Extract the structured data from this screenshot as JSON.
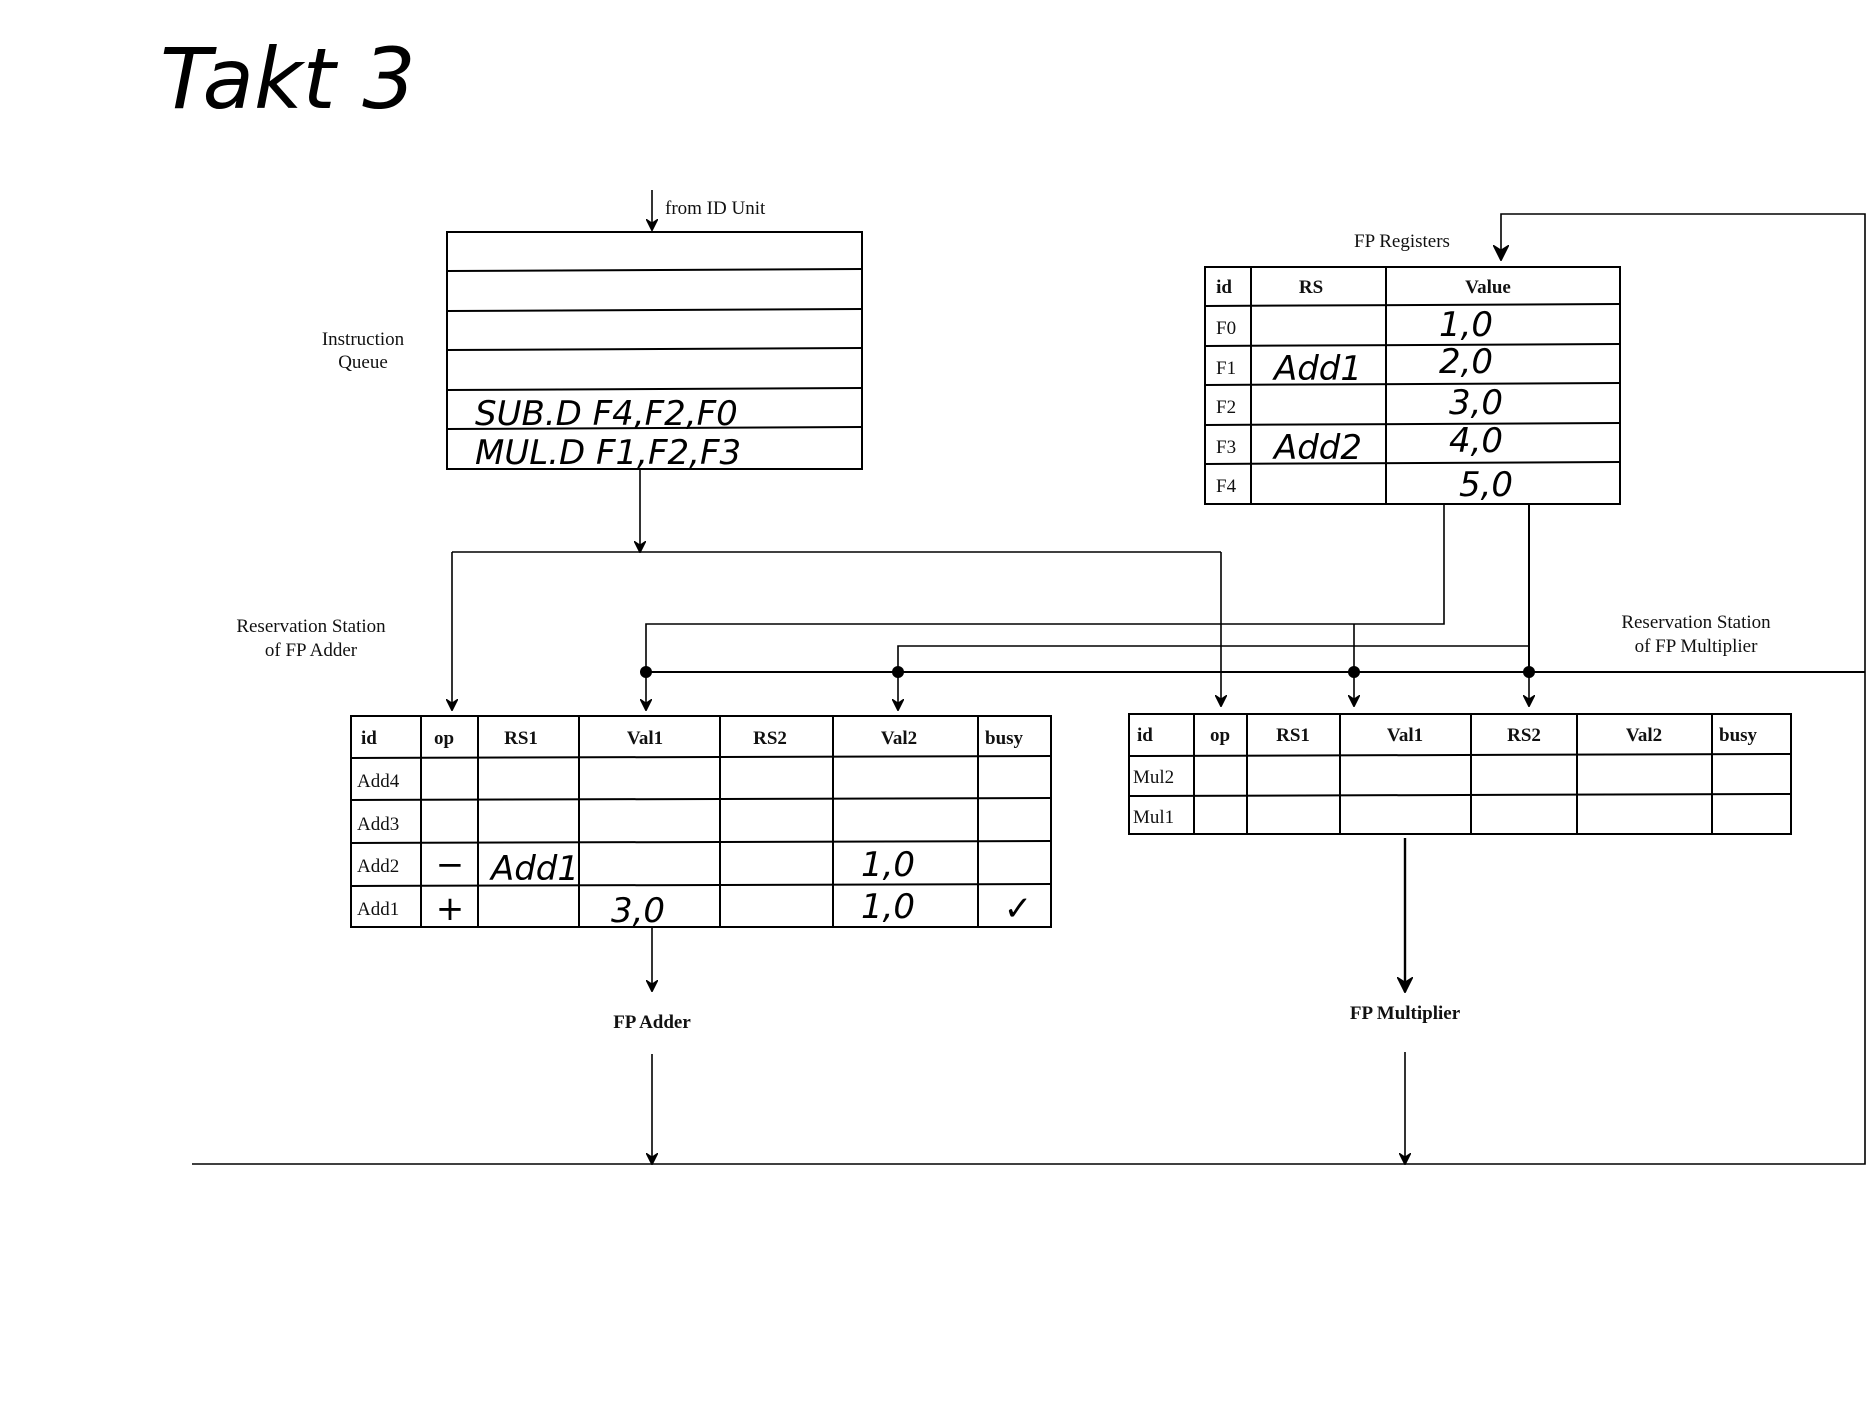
{
  "title": "Takt 3",
  "instruction_queue": {
    "label_line1": "Instruction",
    "label_line2": "Queue",
    "source_label": "from ID Unit",
    "entries": [
      "",
      "",
      "",
      "",
      "SUB.D  F4,F2,F0",
      "MUL.D  F1,F2,F3"
    ]
  },
  "fp_registers": {
    "label": "FP Registers",
    "headers": [
      "id",
      "RS",
      "Value"
    ],
    "rows": [
      {
        "id": "F0",
        "rs": "",
        "value": "1,0"
      },
      {
        "id": "F1",
        "rs": "Add1",
        "value": "2,0"
      },
      {
        "id": "F2",
        "rs": "",
        "value": "3,0"
      },
      {
        "id": "F3",
        "rs": "Add2",
        "value": "4,0"
      },
      {
        "id": "F4",
        "rs": "",
        "value": "5,0"
      }
    ]
  },
  "rs_adder": {
    "label_line1": "Reservation Station",
    "label_line2": "of FP Adder",
    "headers": [
      "id",
      "op",
      "RS1",
      "Val1",
      "RS2",
      "Val2",
      "busy"
    ],
    "rows": [
      {
        "id": "Add4",
        "op": "",
        "rs1": "",
        "val1": "",
        "rs2": "",
        "val2": "",
        "busy": ""
      },
      {
        "id": "Add3",
        "op": "",
        "rs1": "",
        "val1": "",
        "rs2": "",
        "val2": "",
        "busy": ""
      },
      {
        "id": "Add2",
        "op": "−",
        "rs1": "Add1",
        "val1": "",
        "rs2": "",
        "val2": "1,0",
        "busy": ""
      },
      {
        "id": "Add1",
        "op": "+",
        "rs1": "",
        "val1": "3,0",
        "rs2": "",
        "val2": "1,0",
        "busy": "✓"
      }
    ]
  },
  "rs_multiplier": {
    "label_line1": "Reservation Station",
    "label_line2": "of FP Multiplier",
    "headers": [
      "id",
      "op",
      "RS1",
      "Val1",
      "RS2",
      "Val2",
      "busy"
    ],
    "rows": [
      {
        "id": "Mul2",
        "op": "",
        "rs1": "",
        "val1": "",
        "rs2": "",
        "val2": "",
        "busy": ""
      },
      {
        "id": "Mul1",
        "op": "",
        "rs1": "",
        "val1": "",
        "rs2": "",
        "val2": "",
        "busy": ""
      }
    ]
  },
  "units": {
    "adder": "FP Adder",
    "multiplier": "FP Multiplier"
  }
}
